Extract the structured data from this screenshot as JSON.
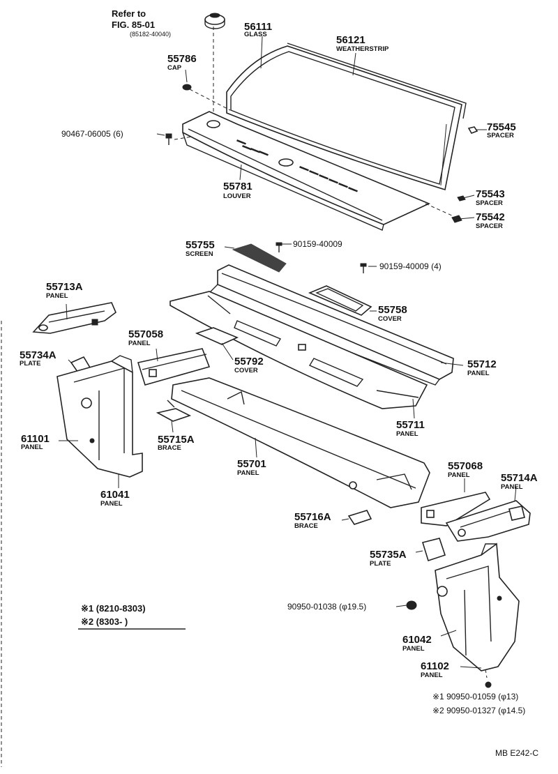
{
  "reference": {
    "line1": "Refer to",
    "line2": "FIG. 85-01",
    "line3": "(85182-40040)"
  },
  "parts": [
    {
      "number": "56111",
      "name": "GLASS"
    },
    {
      "number": "56121",
      "name": "WEATHERSTRIP"
    },
    {
      "number": "55786",
      "name": "CAP"
    },
    {
      "number": "90467-06005 (6)",
      "name": ""
    },
    {
      "number": "75545",
      "name": "SPACER"
    },
    {
      "number": "55781",
      "name": "LOUVER"
    },
    {
      "number": "75543",
      "name": "SPACER"
    },
    {
      "number": "75542",
      "name": "SPACER"
    },
    {
      "number": "55755",
      "name": "SCREEN"
    },
    {
      "number": "90159-40009",
      "name": ""
    },
    {
      "number": "90159-40009 (4)",
      "name": ""
    },
    {
      "number": "55713A",
      "name": "PANEL"
    },
    {
      "number": "55758",
      "name": "COVER"
    },
    {
      "number": "557058",
      "name": "PANEL"
    },
    {
      "number": "55734A",
      "name": "PLATE"
    },
    {
      "number": "55792",
      "name": "COVER"
    },
    {
      "number": "55712",
      "name": "PANEL"
    },
    {
      "number": "61101",
      "name": "PANEL"
    },
    {
      "number": "55715A",
      "name": "BRACE"
    },
    {
      "number": "55711",
      "name": "PANEL"
    },
    {
      "number": "55701",
      "name": "PANEL"
    },
    {
      "number": "61041",
      "name": "PANEL"
    },
    {
      "number": "557068",
      "name": "PANEL"
    },
    {
      "number": "55714A",
      "name": "PANEL"
    },
    {
      "number": "55716A",
      "name": "BRACE"
    },
    {
      "number": "55735A",
      "name": "PLATE"
    },
    {
      "number": "90950-01038 (φ19.5)",
      "name": ""
    },
    {
      "number": "61042",
      "name": "PANEL"
    },
    {
      "number": "61102",
      "name": "PANEL"
    }
  ],
  "footnotes": [
    "※1 90950-01059 (φ13)",
    "※2 90950-01327 (φ14.5)"
  ],
  "legend": [
    "※1 (8210-8303)",
    "※2 (8303-        )"
  ],
  "figure_code": "MB E242-C"
}
